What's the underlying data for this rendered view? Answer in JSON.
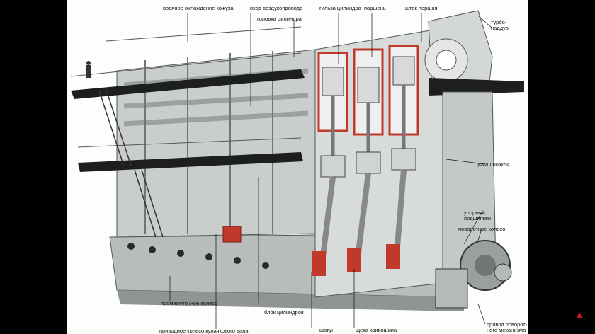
{
  "labels": {
    "water_cooling": "водяное охлаждение кожуха",
    "air_inlet": "вход воздухопровода",
    "cylinder_head": "головка цилиндра",
    "cylinder_liner": "гильза цилиндра",
    "piston": "поршень",
    "piston_rod": "шток поршня",
    "turbocharger": "турбо-\nнаддув",
    "crosshead": "узел ползуна",
    "thrust_bearing": "упорный\nподшипник",
    "turning_wheel": "поворотное колесо",
    "intermediate_wheel": "промежуточное колесо",
    "cylinder_block": "блок цилиндров",
    "camshaft_drive": "приводное колесо кулачкового вала",
    "connecting_rod": "шатун",
    "crank_cheek": "щека кривошипа",
    "turning_gear_drive": "привод поворот-\nного механизма"
  },
  "colors": {
    "frame": "#c9cdcc",
    "frame_dark": "#8e9594",
    "deck": "#1d1f1f",
    "cutaway_red": "#c0392b",
    "background": "#fdfdfb"
  }
}
